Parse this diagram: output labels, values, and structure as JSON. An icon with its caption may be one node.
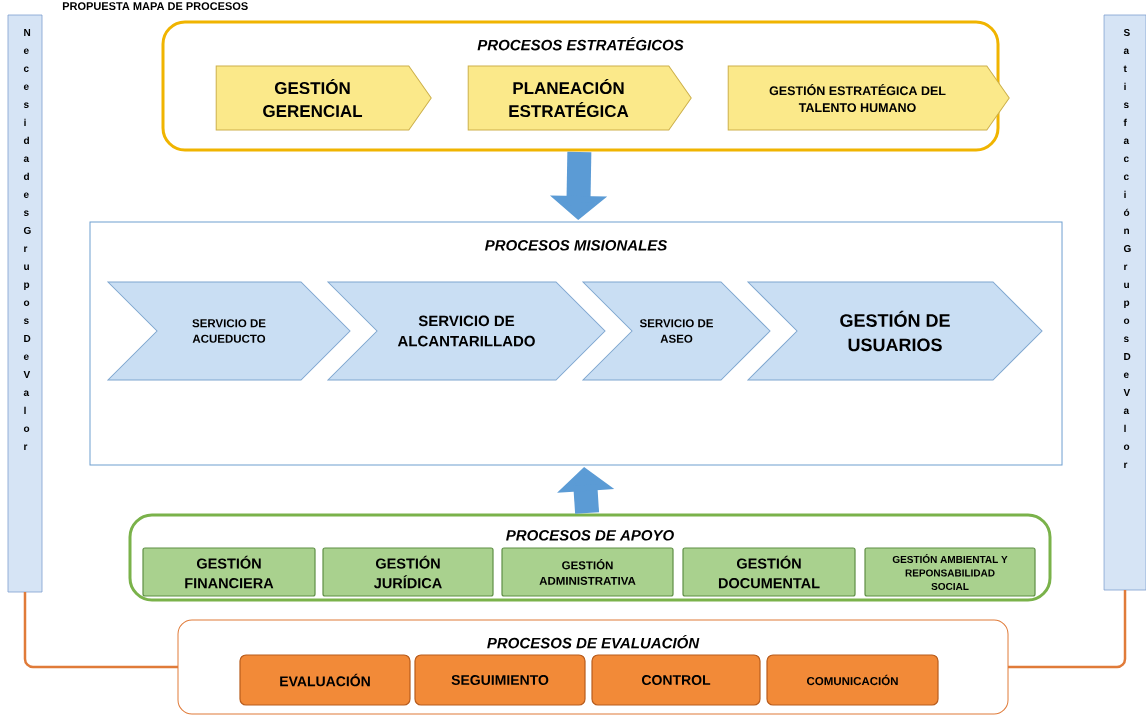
{
  "diagram": {
    "title": "PROPUESTA MAPA DE PROCESOS",
    "nodes": [
      {
        "text": [
          "Necesidades Grupos De Valor"
        ]
      },
      {
        "text": [
          "PROCESOS ESTRATÉGICOS"
        ]
      },
      {
        "text": [
          "GESTIÓN GERENCIAL"
        ],
        "in": 1
      },
      {
        "text": [
          "PLANEACIÓN ESTRATÉGICA"
        ],
        "in": 1
      },
      {
        "text": [
          "GESTIÓN ESTRATÉGICA DEL TALENTO HUMANO"
        ],
        "in": 1
      },
      {
        "text": [
          "PROCESOS MISIONALES"
        ]
      },
      {
        "text": [
          "SERVICIO DE ACUEDUCTO"
        ],
        "in": 5
      },
      {
        "text": [
          "SERVICIO DE ALCANTARILLADO"
        ],
        "in": 5
      },
      {
        "text": [
          "SERVICIO DE ASEO"
        ],
        "in": 5
      },
      {
        "text": [
          "GESTIÓN DE USUARIOS"
        ],
        "in": 5
      },
      {
        "text": [
          "PROCESOS DE APOYO"
        ]
      },
      {
        "text": [
          "GESTIÓN FINANCIERA"
        ],
        "in": 10
      },
      {
        "text": [
          "GESTIÓN JURÍDICA"
        ],
        "in": 10
      },
      {
        "text": [
          "GESTIÓN ADMINISTRATIVA"
        ],
        "in": 10
      },
      {
        "text": [
          "GESTIÓN DOCUMENTAL"
        ],
        "in": 10
      },
      {
        "text": [
          "GESTIÓN AMBIENTAL Y REPONSABILIDAD SOCIAL"
        ],
        "in": 10
      },
      {
        "text": [
          "PROCESOS DE EVALUACIÓN"
        ]
      },
      {
        "text": [
          "EVALUACIÓN"
        ],
        "in": 16
      },
      {
        "text": [
          "SEGUIMIENTO"
        ],
        "in": 16
      },
      {
        "text": [
          "CONTROL"
        ],
        "in": 16
      },
      {
        "text": [
          "COMUNICACIÓN"
        ],
        "in": 16
      },
      {
        "text": [
          "Satisfacción Grupos De Valor"
        ]
      }
    ],
    "edges": [
      {
        "from": 1,
        "to": 5,
        "arrow": "to",
        "style": "thick"
      },
      {
        "from": 10,
        "to": 5,
        "arrow": "to",
        "style": "thick"
      },
      {
        "from": 0,
        "to": 16,
        "arrow": "none",
        "color": "#e07b39"
      },
      {
        "from": 16,
        "to": 21,
        "arrow": "none",
        "color": "#e07b39"
      }
    ]
  }
}
